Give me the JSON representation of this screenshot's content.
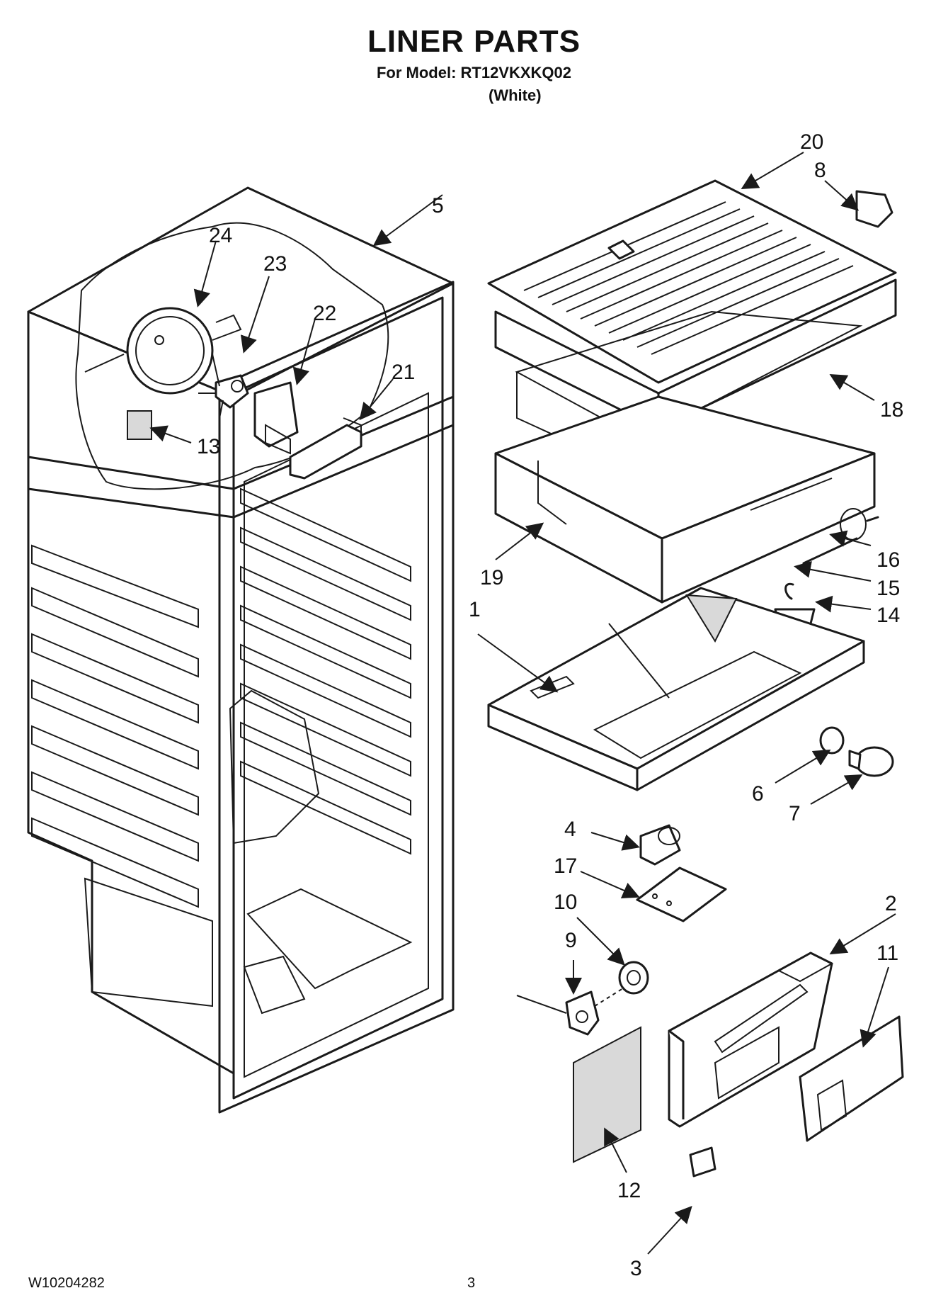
{
  "header": {
    "title": "LINER PARTS",
    "model": "For Model: RT12VKXKQ02",
    "color": "(White)"
  },
  "footer": {
    "doc_number": "W10204282",
    "page_number": "3"
  },
  "callouts": [
    {
      "id": "c5",
      "text": "5"
    },
    {
      "id": "c24",
      "text": "24"
    },
    {
      "id": "c23",
      "text": "23"
    },
    {
      "id": "c22",
      "text": "22"
    },
    {
      "id": "c21",
      "text": "21"
    },
    {
      "id": "c13",
      "text": "13"
    },
    {
      "id": "c20",
      "text": "20"
    },
    {
      "id": "c8",
      "text": "8"
    },
    {
      "id": "c18",
      "text": "18"
    },
    {
      "id": "c19",
      "text": "19"
    },
    {
      "id": "c16",
      "text": "16"
    },
    {
      "id": "c15",
      "text": "15"
    },
    {
      "id": "c14",
      "text": "14"
    },
    {
      "id": "c1",
      "text": "1"
    },
    {
      "id": "c6",
      "text": "6"
    },
    {
      "id": "c7",
      "text": "7"
    },
    {
      "id": "c4",
      "text": "4"
    },
    {
      "id": "c17",
      "text": "17"
    },
    {
      "id": "c10",
      "text": "10"
    },
    {
      "id": "c2",
      "text": "2"
    },
    {
      "id": "c9",
      "text": "9"
    },
    {
      "id": "c11",
      "text": "11"
    },
    {
      "id": "c12",
      "text": "12"
    },
    {
      "id": "c3",
      "text": "3"
    }
  ]
}
